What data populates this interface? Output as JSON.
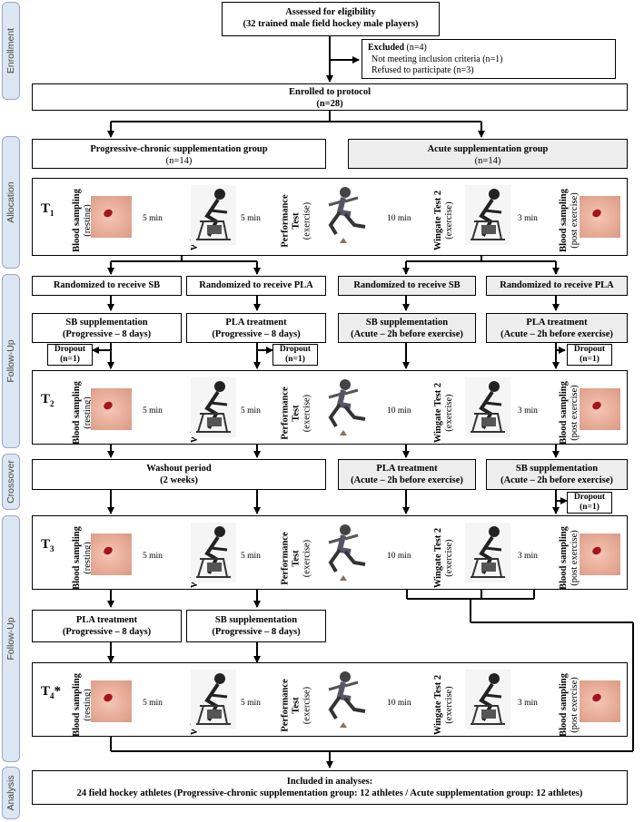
{
  "phases": {
    "enrollment": "Enrollment",
    "allocation": "Allocation",
    "followup1": "Follow-Up",
    "crossover": "Crossover",
    "followup2": "Follow-Up",
    "analysis": "Analysis"
  },
  "eligibility": {
    "line1": "Assessed for eligibility",
    "line2": "(32 trained male field hockey male players)"
  },
  "excluded": {
    "title": "Excluded",
    "count": " (n=4)",
    "reason1": "Not meeting inclusion criteria (n=1)",
    "reason2": "Refused to participate (n=3)"
  },
  "enrolled": {
    "line1": "Enrolled to protocol",
    "line2": "(n=28)"
  },
  "groups": {
    "chronic": {
      "name": "Progressive-chronic supplementation group",
      "n": "(n=14)"
    },
    "acute": {
      "name": "Acute supplementation group",
      "n": "(n=14)"
    }
  },
  "tests": {
    "blood_sampling": "Blood sampling",
    "resting": "(resting)",
    "post_exercise": "(post exercise)",
    "wingate1": "Wingate Test 1",
    "wingate2": "Wingate Test 2",
    "exercise": "(exercise)",
    "performance": "Performance",
    "test": "Test",
    "five_min": "5 min",
    "ten_min": "10 min",
    "three_min": "3 min"
  },
  "timepoints": {
    "t1": "T",
    "t1_sub": "1",
    "t2": "T",
    "t2_sub": "2",
    "t3": "T",
    "t3_sub": "3",
    "t4": "T",
    "t4_sub": "4",
    "t4_star": "*"
  },
  "randomized": {
    "sb": "Randomized to receive SB",
    "pla": "Randomized to receive PLA"
  },
  "treatments": {
    "sb_supp": "SB supplementation",
    "pla_treat": "PLA treatment",
    "progressive": "(Progressive – 8 days)",
    "acute": "(Acute – 2h before exercise)"
  },
  "dropout": {
    "label": "Dropout",
    "n": "(n=1)"
  },
  "washout": {
    "line1": "Washout period",
    "line2": "(2 weeks)"
  },
  "analysis": {
    "line1": "Included in analyses:",
    "line2": "24 field hockey athletes (Progressive-chronic supplementation group: 12 athletes / Acute supplementation group: 12 athletes)"
  }
}
